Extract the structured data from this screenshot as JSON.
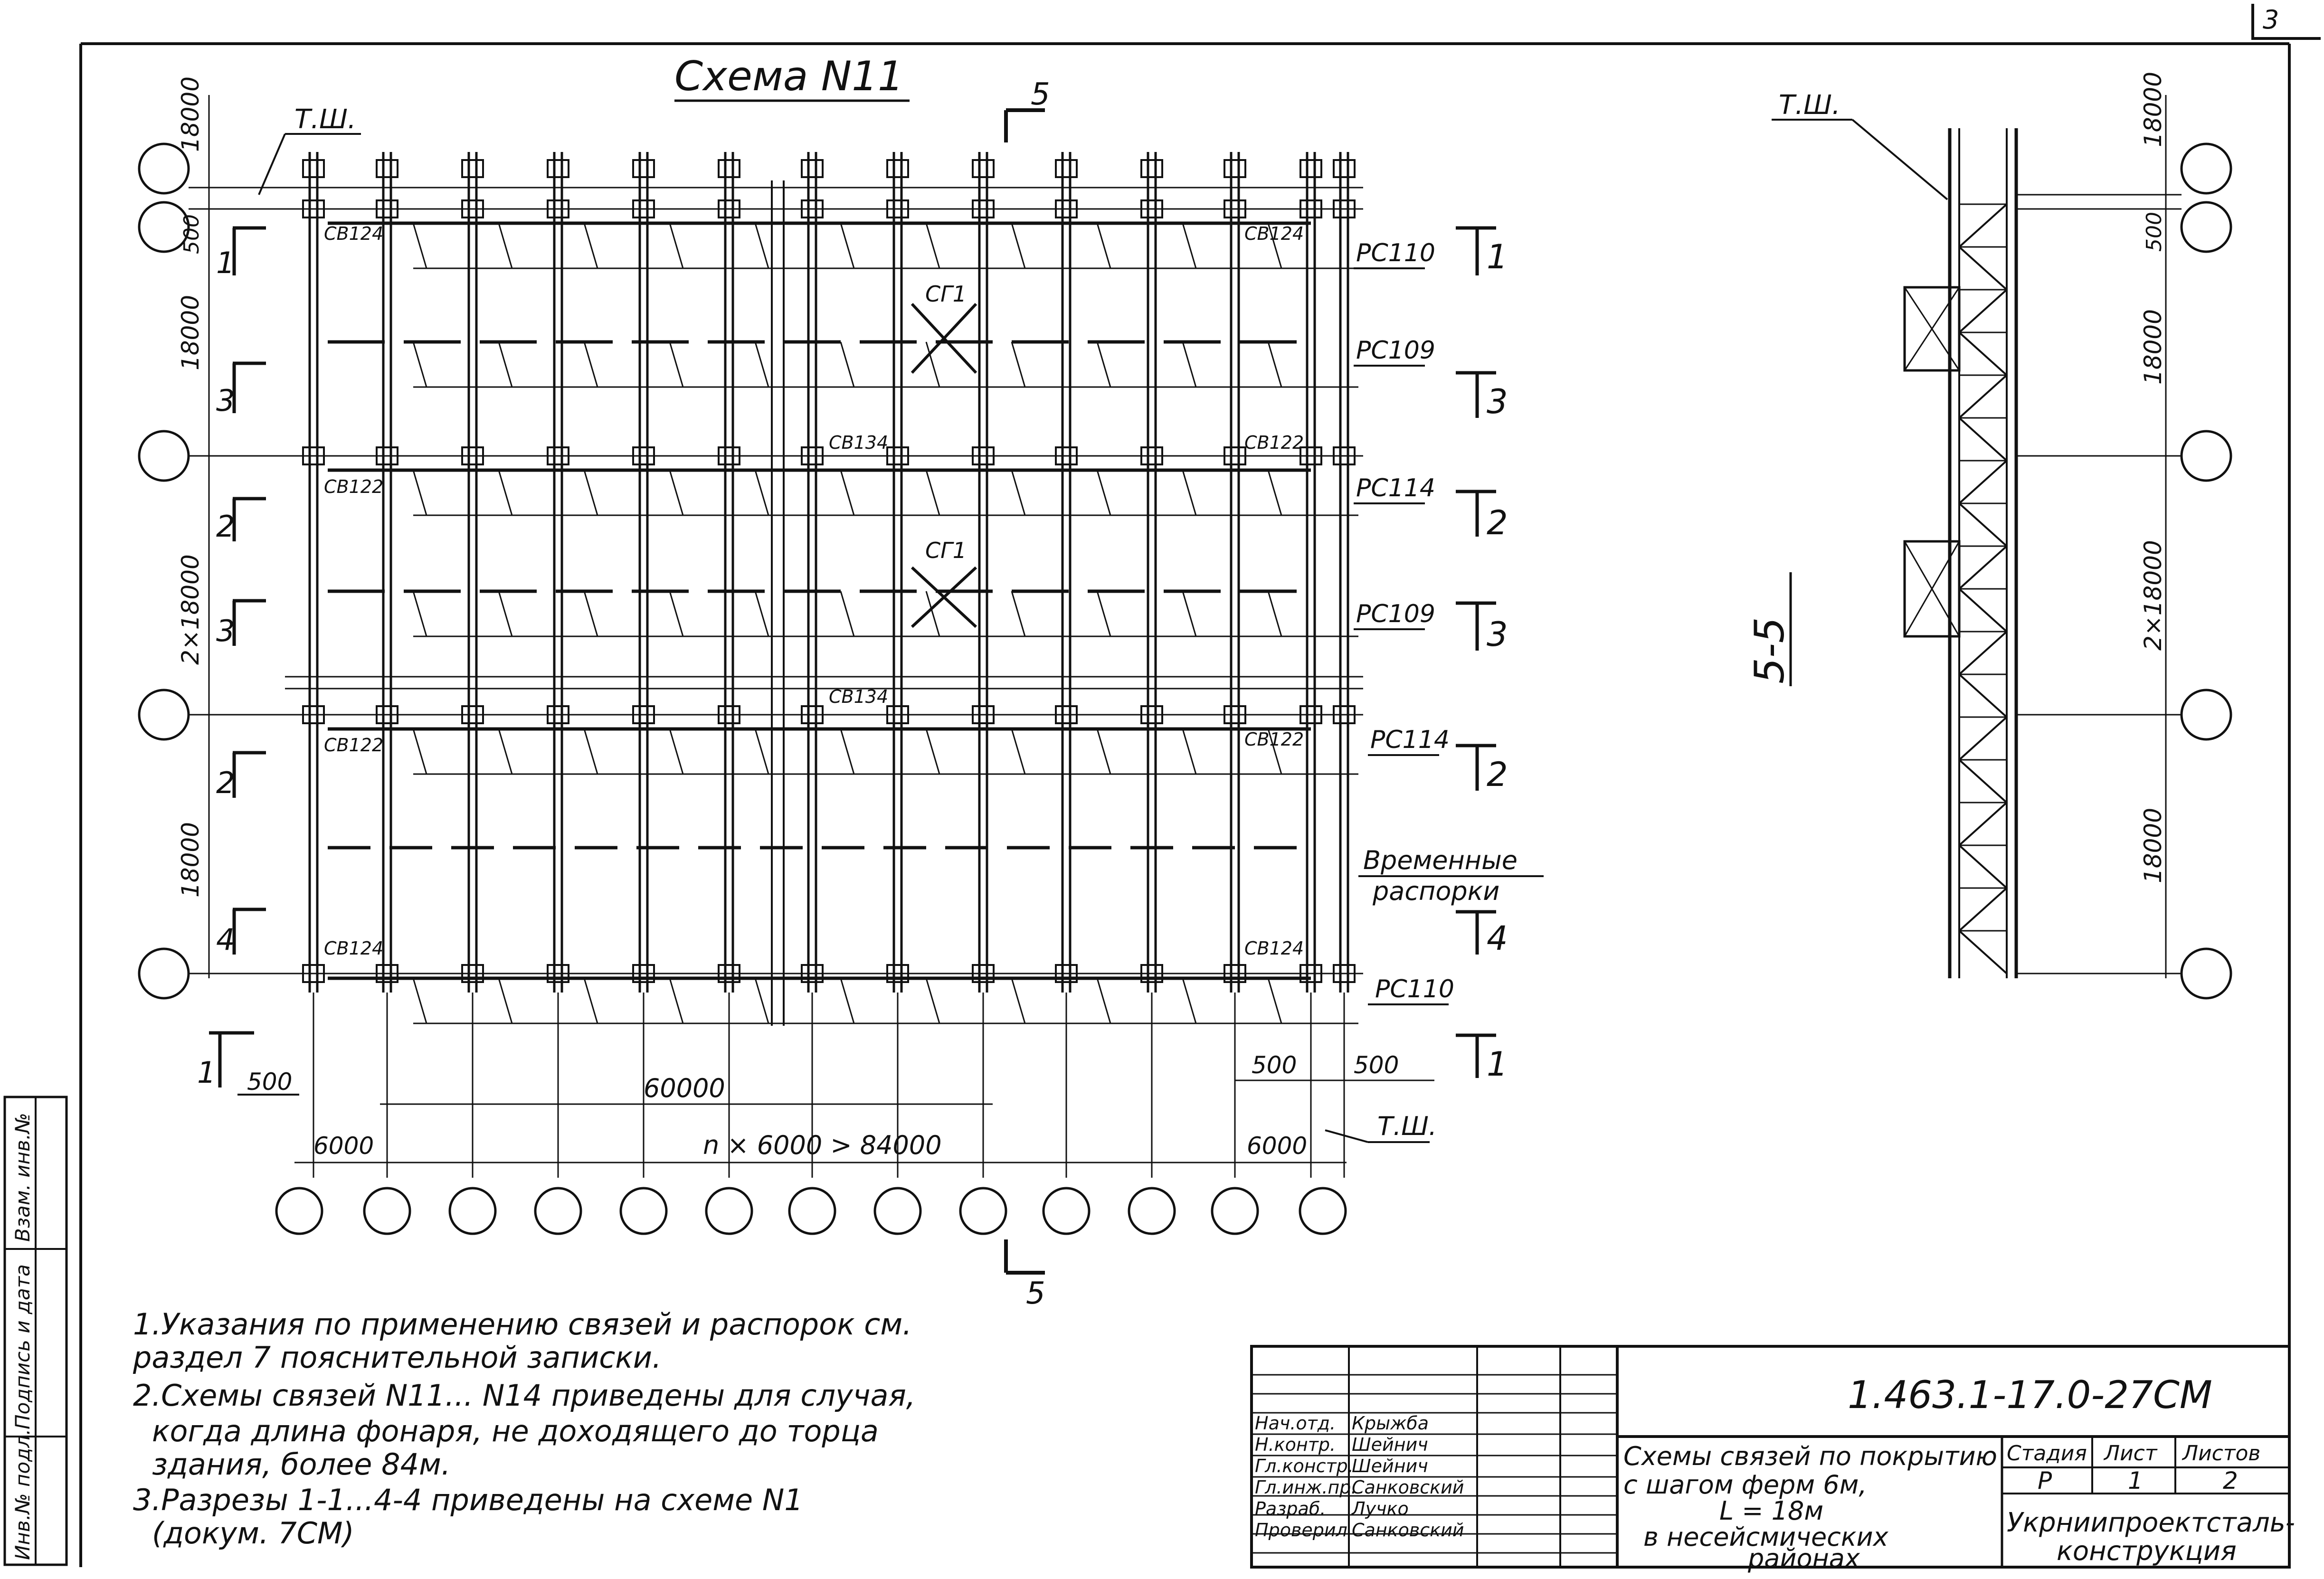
{
  "sheet_number": "3",
  "scheme": {
    "title": "Схема N11",
    "top_axis_label": "Т.Ш.",
    "section_cut_top": "5",
    "section_cut_bottom": "5",
    "left_dims": [
      "18000",
      "500",
      "18000",
      "2×18000",
      "18000"
    ],
    "section_marks_left": [
      "1",
      "3",
      "2",
      "3",
      "2",
      "4",
      "1"
    ],
    "section_marks_right": [
      "1",
      "3",
      "2",
      "3",
      "2",
      "4",
      "1"
    ],
    "brace_labels": [
      "СВ124",
      "СВ124",
      "СВ122",
      "СВ134",
      "СВ122",
      "СВ122",
      "СВ134",
      "СВ122",
      "СВ124",
      "СВ124"
    ],
    "cross_brace_labels": [
      "СГ1",
      "СГ1"
    ],
    "strut_labels": [
      "РС110",
      "РС109",
      "РС114",
      "РС109",
      "РС114",
      "РС110"
    ],
    "temporary_struts": [
      "Временные",
      "распорки"
    ],
    "bottom_dims": {
      "left_offset": "500",
      "right_offset_1": "500",
      "right_offset_2": "500",
      "span_60000": "60000",
      "bay_left": "6000",
      "bay_total": "n × 6000 > 84000",
      "bay_right": "6000",
      "bottom_axis_label": "Т.Ш."
    }
  },
  "section": {
    "title": "5-5",
    "top_axis_label": "Т.Ш.",
    "right_dims": [
      "18000",
      "500",
      "18000",
      "2×18000",
      "18000"
    ]
  },
  "notes": [
    "1.Указания по применению связей и распорок см.",
    "раздел 7 пояснительной записки.",
    "2.Схемы связей N11... N14 приведены для случая,",
    "когда длина фонаря, не доходящего до торца",
    "здания, более 84м.",
    "3.Разрезы 1-1...4-4   приведены на схеме N1",
    "(докум. 7СМ)"
  ],
  "side_stamp": [
    "Инв.№ подл.",
    "Подпись и дата",
    "Взам. инв.№"
  ],
  "title_block": {
    "document_code": "1.463.1-17.0-27СМ",
    "roles": [
      "Нач.отд.",
      "Н.контр.",
      "Гл.констр.",
      "Гл.инж.пр.",
      "Разраб.",
      "Проверил",
      ""
    ],
    "names": [
      "Крыжба",
      "Шейнич",
      "Шейнич",
      "Санковский",
      "Лучко",
      "Санковский",
      ""
    ],
    "description": [
      "Схемы связей по покрытию",
      "с шагом ферм 6м,",
      "L = 18м",
      "в   несейсмических",
      "районах"
    ],
    "stage_header": "Стадия",
    "sheet_header": "Лист",
    "sheets_header": "Листов",
    "stage": "Р",
    "sheet": "1",
    "sheets": "2",
    "organization": [
      "Укрниипроектсталь-",
      "конструкция"
    ]
  }
}
